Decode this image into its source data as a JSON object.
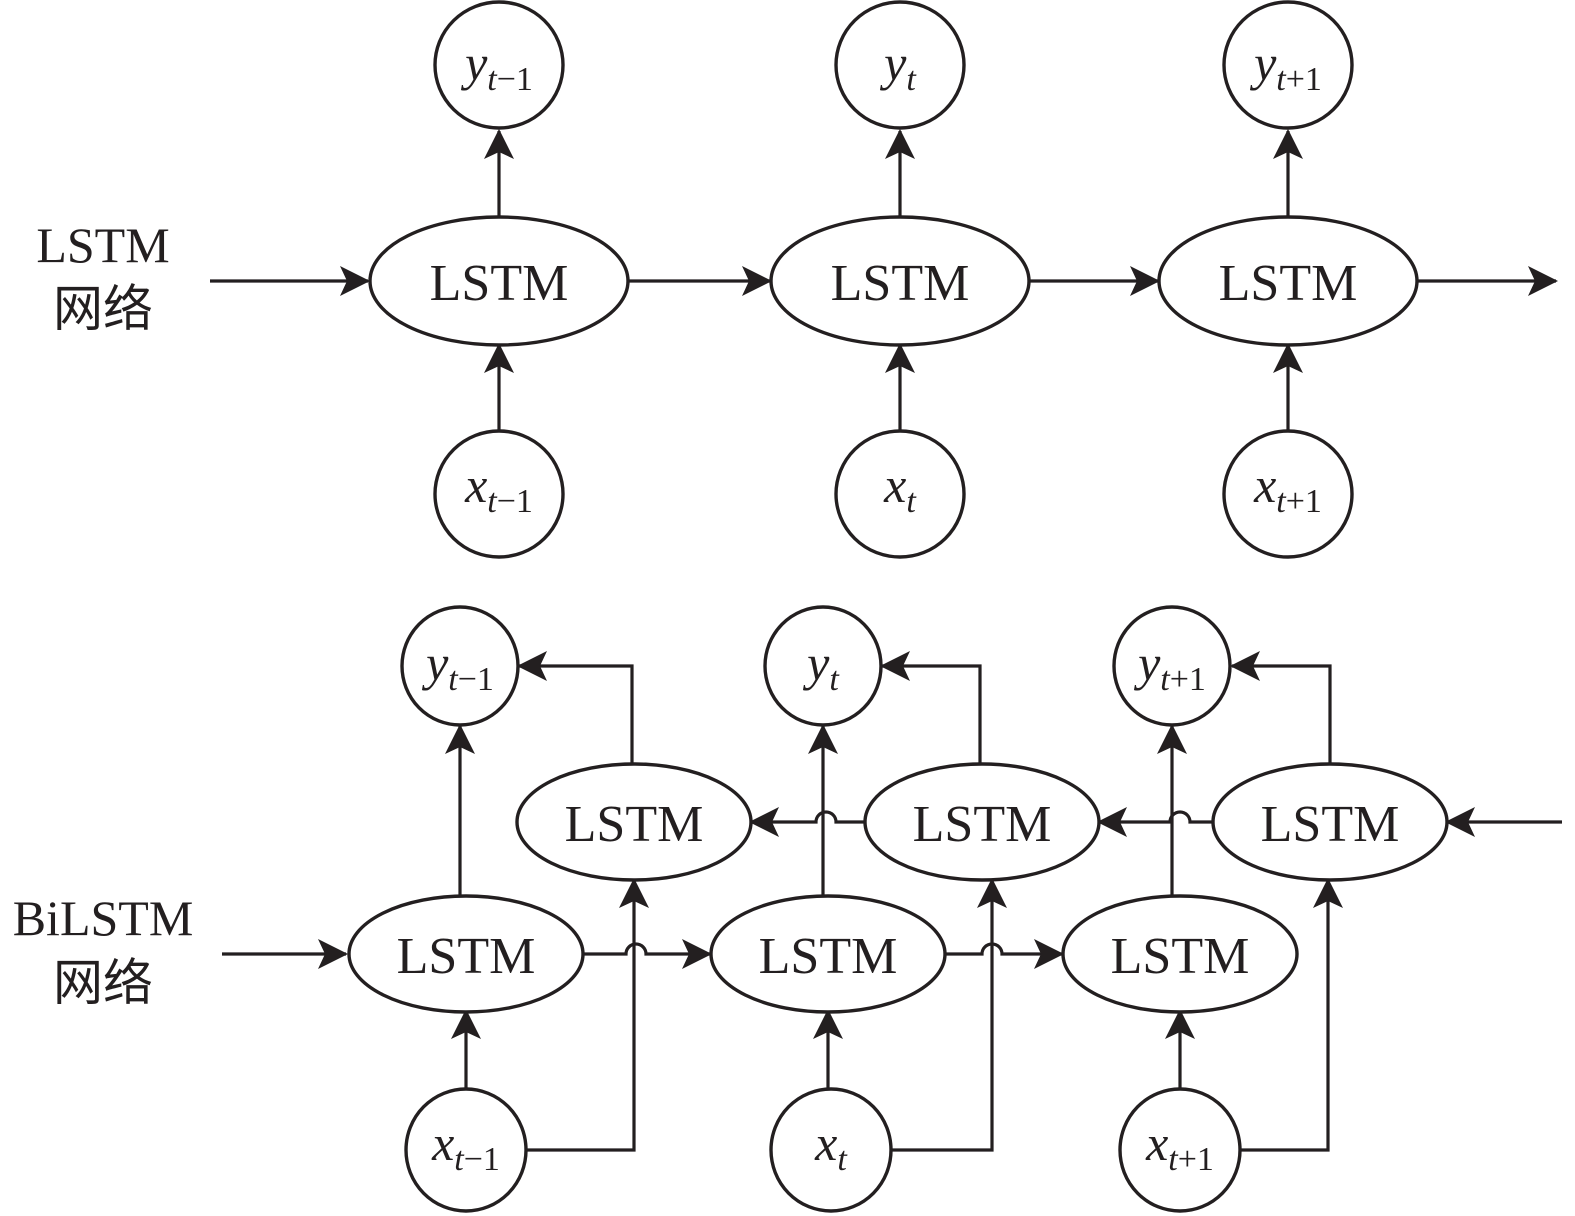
{
  "diagram": {
    "cell_label": "LSTM",
    "color": "#231f20",
    "lstm_network": {
      "title_line1": "LSTM",
      "title_line2": "网络",
      "outputs": [
        {
          "var": "y",
          "sub_t": "t",
          "sub_rest": "−1"
        },
        {
          "var": "y",
          "sub_t": "t",
          "sub_rest": ""
        },
        {
          "var": "y",
          "sub_t": "t",
          "sub_rest": "+1"
        }
      ],
      "inputs": [
        {
          "var": "x",
          "sub_t": "t",
          "sub_rest": "−1"
        },
        {
          "var": "x",
          "sub_t": "t",
          "sub_rest": ""
        },
        {
          "var": "x",
          "sub_t": "t",
          "sub_rest": "+1"
        }
      ],
      "cells": [
        "LSTM",
        "LSTM",
        "LSTM"
      ]
    },
    "bilstm_network": {
      "title_line1": "BiLSTM",
      "title_line2": "网络",
      "outputs": [
        {
          "var": "y",
          "sub_t": "t",
          "sub_rest": "−1"
        },
        {
          "var": "y",
          "sub_t": "t",
          "sub_rest": ""
        },
        {
          "var": "y",
          "sub_t": "t",
          "sub_rest": "+1"
        }
      ],
      "inputs": [
        {
          "var": "x",
          "sub_t": "t",
          "sub_rest": "−1"
        },
        {
          "var": "x",
          "sub_t": "t",
          "sub_rest": ""
        },
        {
          "var": "x",
          "sub_t": "t",
          "sub_rest": "+1"
        }
      ],
      "forward_cells": [
        "LSTM",
        "LSTM",
        "LSTM"
      ],
      "backward_cells": [
        "LSTM",
        "LSTM",
        "LSTM"
      ]
    }
  }
}
